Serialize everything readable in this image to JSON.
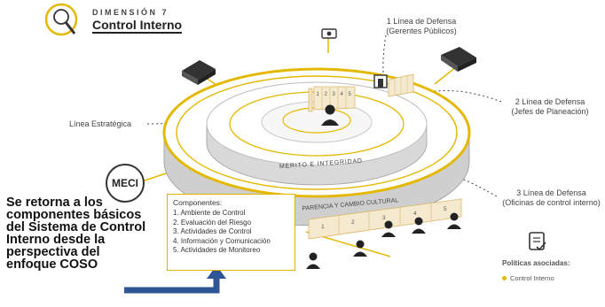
{
  "header": {
    "kicker": "DIMENSIÓN 7",
    "title": "Control Interno"
  },
  "lines_of_defense": {
    "first": {
      "title": "1 Línea de Defensa",
      "subtitle": "(Gerentes Públicos)"
    },
    "second": {
      "title": "2 Línea de Defensa",
      "subtitle": "(Jefes de Planeación)"
    },
    "third": {
      "title": "3 Línea de Defensa",
      "subtitle": "(Oficinas de control interno)"
    }
  },
  "strategic_line": "Línea Estratégica",
  "ring_labels": {
    "merit": "MÉRITO  E  INTEGRIDAD",
    "transparency": "PARENCIA Y CAMBIO CULTURAL"
  },
  "meci": "MECI",
  "segment_numbers": [
    "1",
    "2",
    "3",
    "4",
    "5"
  ],
  "left_text": "Se retorna a los componentes básicos del Sistema de Control Interno desde la perspectiva del enfoque COSO",
  "components": {
    "title": "Componentes:",
    "items": [
      "1. Ambiente de Control",
      "2. Evaluación del Riesgo",
      "3. Actividades de Control",
      "4. Información y Comunicación",
      "5. Actividades de Monitoreo"
    ]
  },
  "policies": {
    "title": "Políticas asociadas:",
    "item": "Control Interno"
  },
  "colors": {
    "accent": "#e5b800",
    "arrow": "#2f5597",
    "ring_gray": "#d9d9d9",
    "text_dark": "#222222"
  },
  "icons": [
    "magnifier-icon",
    "checklist-icon",
    "briefcase-icon",
    "person-icon",
    "camera-icon"
  ]
}
